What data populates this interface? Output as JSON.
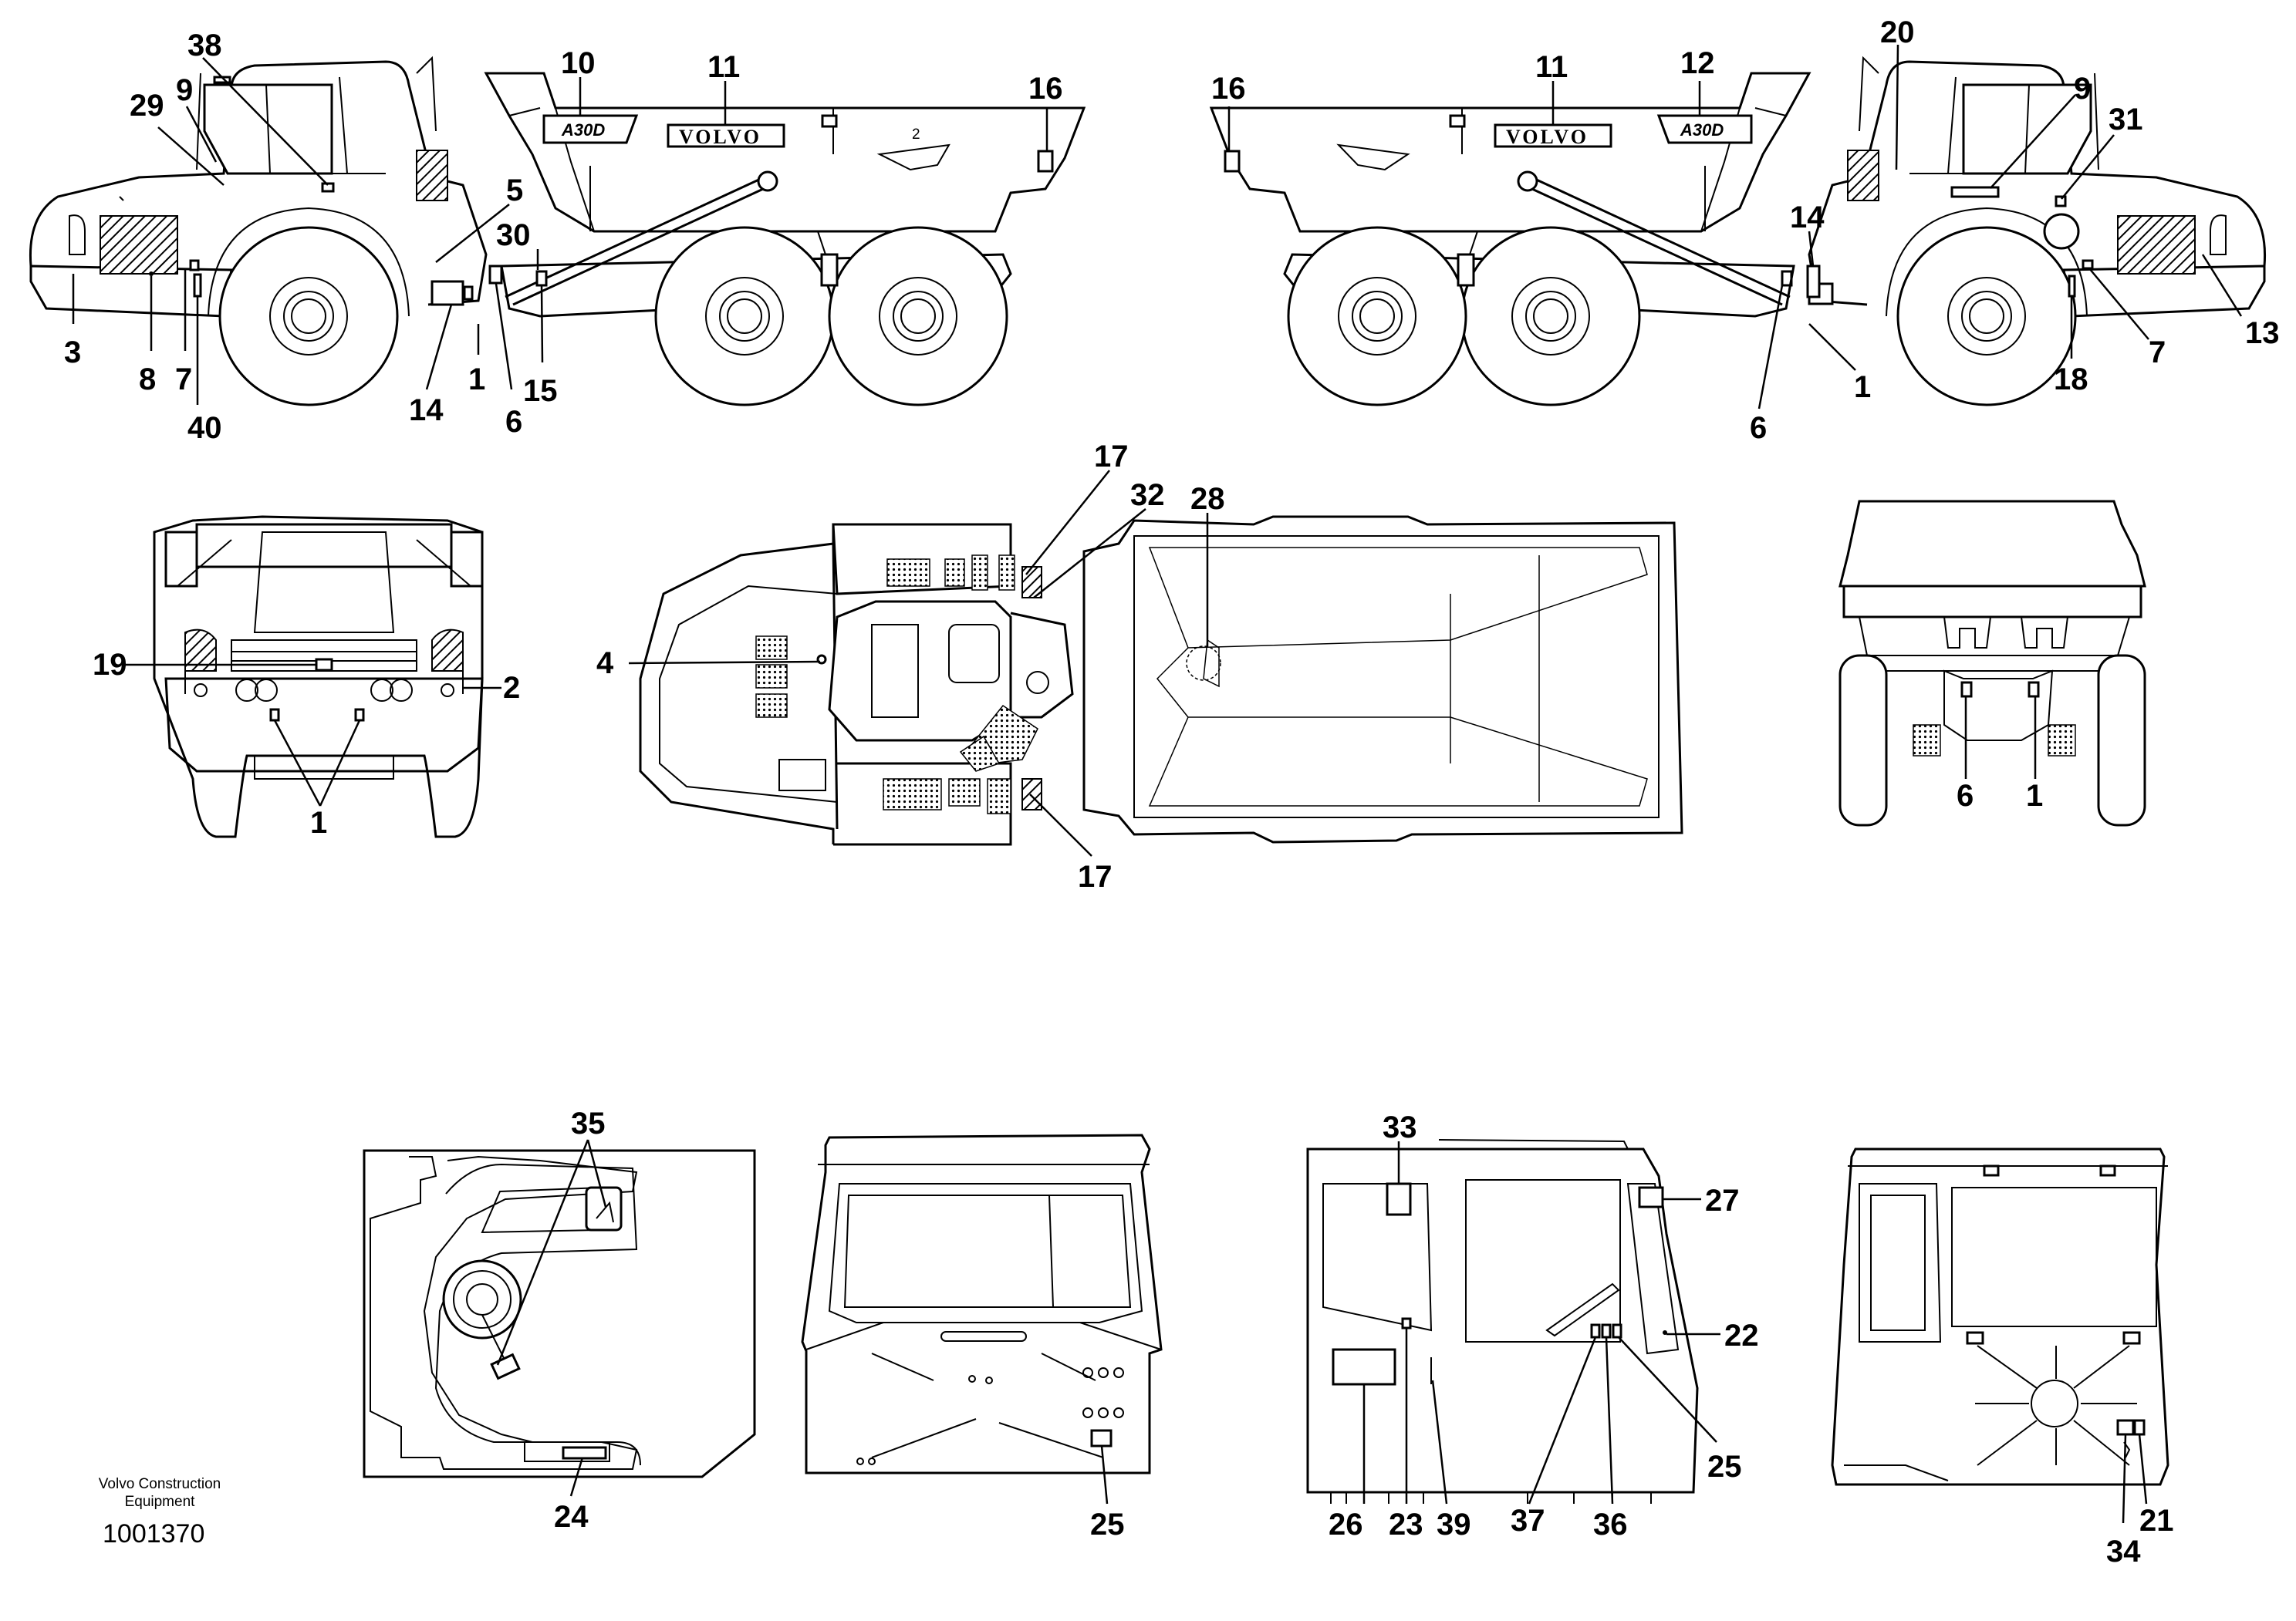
{
  "figure": {
    "footer_company": "Volvo Construction Equipment",
    "doc_number": "1001370",
    "brand_text": "VOLVO",
    "model_text": "A30D",
    "dump_box_mark": "2"
  },
  "callouts": {
    "left_view": [
      "38",
      "9",
      "29",
      "10",
      "11",
      "16",
      "5",
      "30",
      "3",
      "8",
      "7",
      "40",
      "14",
      "1",
      "6",
      "15"
    ],
    "right_view": [
      "16",
      "11",
      "12",
      "20",
      "9",
      "31",
      "14",
      "13",
      "7",
      "18",
      "1",
      "6"
    ],
    "front_view": [
      "19",
      "2",
      "1"
    ],
    "top_view": [
      "17",
      "32",
      "28",
      "4",
      "17"
    ],
    "rear_view": [
      "6",
      "1"
    ],
    "cab_floor": [
      "35",
      "24"
    ],
    "cab_front": [
      "25"
    ],
    "cab_side": [
      "33",
      "27",
      "22",
      "25",
      "26",
      "23",
      "39",
      "37",
      "36"
    ],
    "cab_rear": [
      "21",
      "34"
    ]
  }
}
